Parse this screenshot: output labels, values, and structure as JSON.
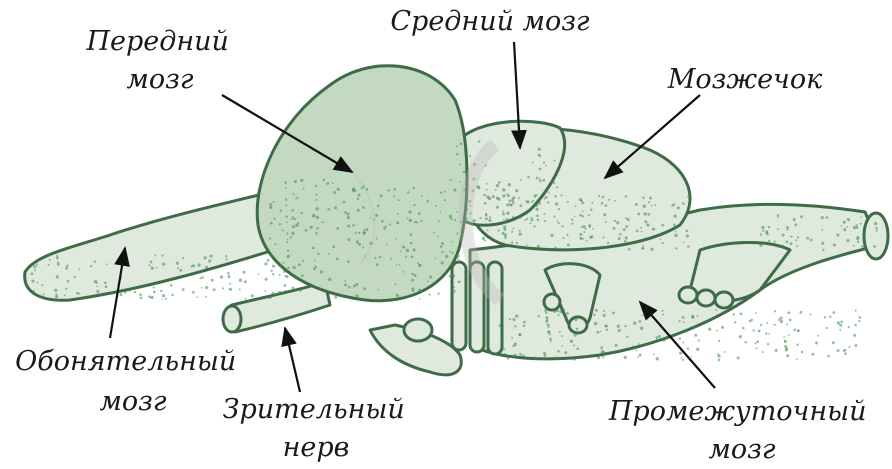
{
  "colors": {
    "fill": "#dfe9dd",
    "forebrain_fill": "#c4d9c2",
    "outline": "#3f6b47",
    "stipple": "#3d8a48",
    "watermark": "#b9b9b9"
  },
  "labels": {
    "forebrain": [
      "Передний",
      "мозг"
    ],
    "midbrain": [
      "Средний мозг"
    ],
    "cerebellum": [
      "Мозжечок"
    ],
    "olfactory": [
      "Обонятельный",
      "мозг"
    ],
    "optic_nerve": [
      "Зрительный",
      "нерв"
    ],
    "diencephalon": [
      "Промежуточный",
      "мозг"
    ]
  }
}
